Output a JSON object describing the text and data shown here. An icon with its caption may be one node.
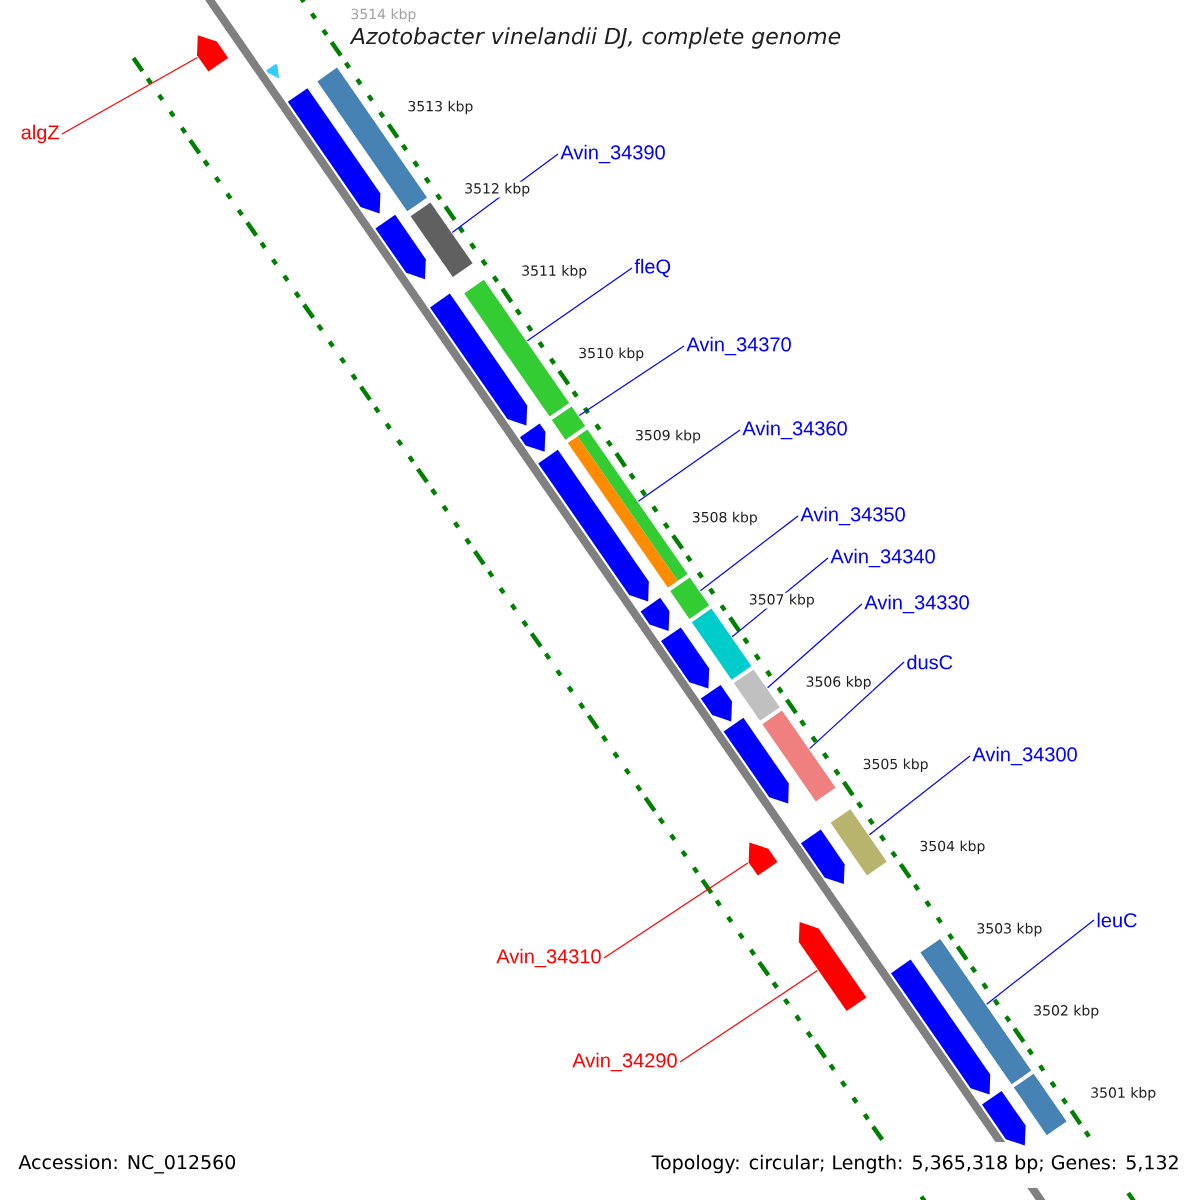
{
  "diagram": {
    "title": "Azotobacter vinelandii DJ, complete genome",
    "nodes": [
      {
        "text": [
          "algZ"
        ]
      },
      {
        "text": [
          "Avin_34390"
        ]
      },
      {
        "text": [
          "fleQ"
        ]
      },
      {
        "text": [
          "Avin_34370"
        ]
      },
      {
        "text": [
          "Avin_34360"
        ]
      },
      {
        "text": [
          "Avin_34350"
        ]
      },
      {
        "text": [
          "Avin_34340"
        ]
      },
      {
        "text": [
          "Avin_34330"
        ]
      },
      {
        "text": [
          "dusC"
        ]
      },
      {
        "text": [
          "Avin_34300"
        ]
      },
      {
        "text": [
          "leuC"
        ]
      },
      {
        "text": [
          "Avin_34310"
        ]
      },
      {
        "text": [
          "Avin_34290"
        ]
      },
      {
        "text": [],
        "shape": "pentagon"
      },
      {
        "text": [],
        "shape": "triangle"
      },
      {
        "text": [],
        "shape": "pentagon"
      },
      {
        "text": [],
        "shape": "bar"
      },
      {
        "text": [],
        "shape": "pentagon"
      },
      {
        "text": [],
        "shape": "bar"
      },
      {
        "text": [],
        "shape": "pentagon"
      },
      {
        "text": [],
        "shape": "bar"
      },
      {
        "text": [],
        "shape": "pentagon"
      },
      {
        "text": [],
        "shape": "bar"
      },
      {
        "text": [],
        "shape": "pentagon"
      },
      {
        "text": [],
        "shape": "bar"
      },
      {
        "text": [],
        "shape": "bar"
      },
      {
        "text": [],
        "shape": "pentagon"
      },
      {
        "text": [],
        "shape": "bar"
      },
      {
        "text": [],
        "shape": "pentagon"
      },
      {
        "text": [],
        "shape": "bar"
      },
      {
        "text": [],
        "shape": "pentagon"
      },
      {
        "text": [],
        "shape": "bar"
      },
      {
        "text": [],
        "shape": "pentagon"
      },
      {
        "text": [],
        "shape": "bar"
      },
      {
        "text": [],
        "shape": "pentagon"
      },
      {
        "text": [],
        "shape": "pentagon"
      },
      {
        "text": [],
        "shape": "bar"
      },
      {
        "text": [],
        "shape": "pentagon"
      },
      {
        "text": [],
        "shape": "pentagon"
      },
      {
        "text": [],
        "shape": "bar"
      },
      {
        "text": [],
        "shape": "pentagon"
      },
      {
        "text": [],
        "shape": "bar"
      }
    ],
    "edges": [
      {
        "from": 0,
        "to": 13,
        "arrow": "none",
        "color": "#ff0000"
      },
      {
        "from": 1,
        "to": 18,
        "arrow": "none"
      },
      {
        "from": 2,
        "to": 20,
        "arrow": "none"
      },
      {
        "from": 3,
        "to": 22,
        "arrow": "none"
      },
      {
        "from": 4,
        "to": 25,
        "arrow": "none"
      },
      {
        "from": 5,
        "to": 27,
        "arrow": "none"
      },
      {
        "from": 6,
        "to": 29,
        "arrow": "none"
      },
      {
        "from": 7,
        "to": 31,
        "arrow": "none"
      },
      {
        "from": 8,
        "to": 33,
        "arrow": "none"
      },
      {
        "from": 9,
        "to": 36,
        "arrow": "none"
      },
      {
        "from": 10,
        "to": 39,
        "arrow": "none"
      },
      {
        "from": 11,
        "to": 34,
        "arrow": "none",
        "color": "#ff0000"
      },
      {
        "from": 12,
        "to": 37,
        "arrow": "none",
        "color": "#ff0000"
      }
    ],
    "labels": [
      "3514 kbp",
      "3513 kbp",
      "3512 kbp",
      "3511 kbp",
      "3510 kbp",
      "3509 kbp",
      "3508 kbp",
      "3507 kbp",
      "3506 kbp",
      "3505 kbp",
      "3504 kbp",
      "3503 kbp",
      "3502 kbp",
      "3501 kbp",
      "Accession: NC_012560",
      "Topology: circular; Length: 5,365,318 bp; Genes: 5,132"
    ]
  }
}
